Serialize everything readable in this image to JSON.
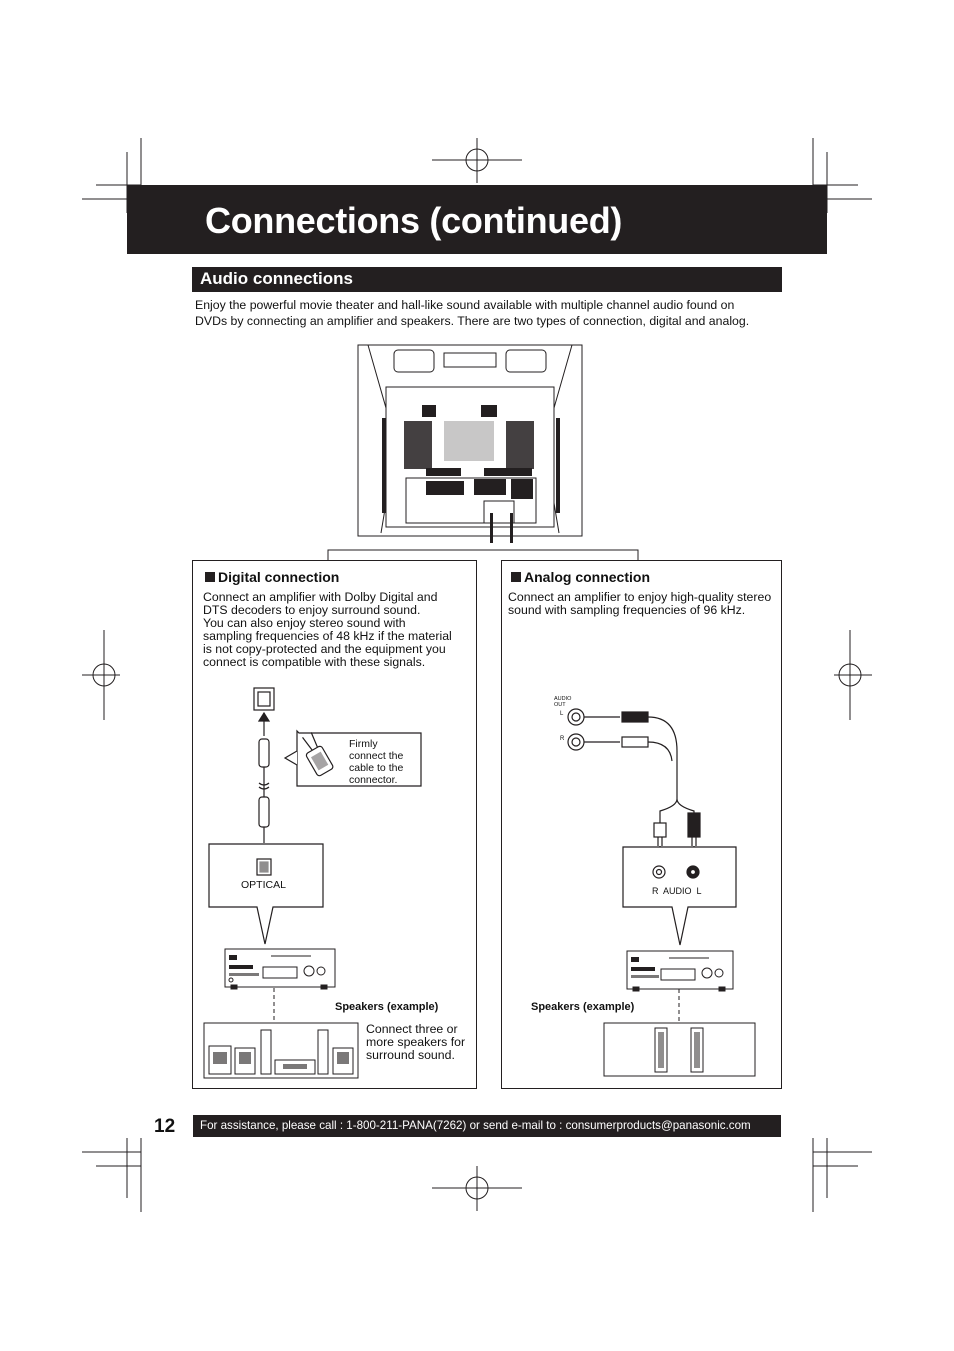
{
  "page_title": "Connections (continued)",
  "section_title": "Audio connections",
  "intro_lines": [
    "Enjoy the powerful movie theater and hall-like sound available with multiple channel audio found on",
    "DVDs by connecting an amplifier and speakers. There are two types of connection, digital and analog."
  ],
  "digital": {
    "heading": "Digital connection",
    "body_lines": [
      "Connect an amplifier with Dolby Digital and",
      "DTS decoders to enjoy surround sound.",
      "You can also enjoy stereo sound with",
      "sampling frequencies of 48 kHz if the material",
      "is not copy-protected and the equipment you",
      "connect is compatible with these signals."
    ],
    "callout_lines": [
      "Firmly",
      "connect the",
      "cable to the",
      "connector."
    ],
    "optical_label": "OPTICAL",
    "speakers_label": "Speakers (example)",
    "speakers_note_lines": [
      "Connect three or",
      "more speakers for",
      "surround sound."
    ]
  },
  "analog": {
    "heading": "Analog connection",
    "body_lines": [
      "Connect an amplifier to enjoy high-quality stereo",
      "sound with sampling frequencies of 96 kHz."
    ],
    "audio_out_label": "AUDIO OUT",
    "left_label": "L",
    "right_label": "R",
    "jack_label": "R  AUDIO  L",
    "speakers_label": "Speakers (example)"
  },
  "page_number": "12",
  "footer": "For assistance, please call : 1-800-211-PANA(7262) or send e-mail to : consumerproducts@panasonic.com"
}
